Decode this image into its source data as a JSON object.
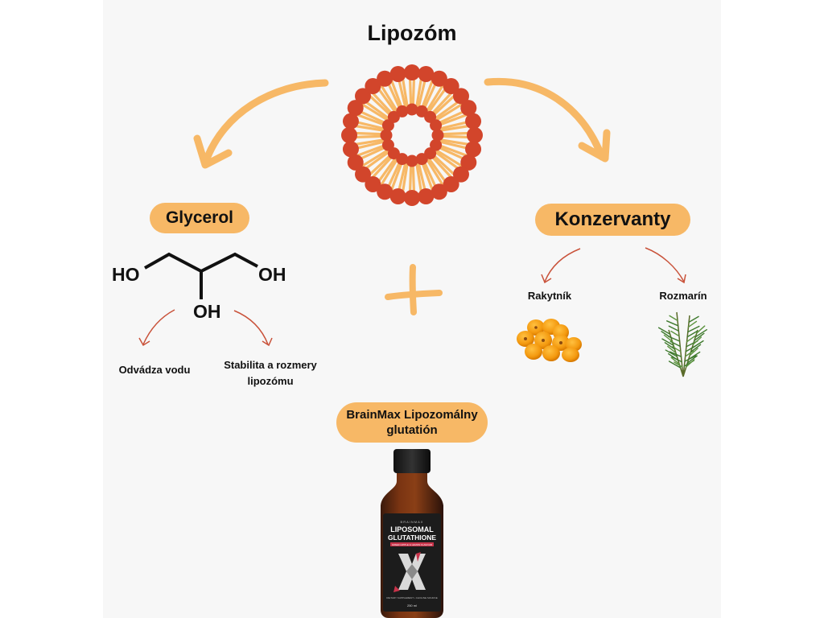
{
  "title": "Lipozóm",
  "colors": {
    "background": "#f7f7f7",
    "pill": "#f7b866",
    "arrow_orange": "#f7b866",
    "arrow_red": "#c9523a",
    "liposome_head": "#d2452b",
    "liposome_tail": "#f7b866"
  },
  "left_branch": {
    "label": "Glycerol",
    "molecule": {
      "left_group": "HO",
      "right_group": "OH",
      "bottom_group": "OH"
    },
    "effects": [
      {
        "label": "Odvádza vodu"
      },
      {
        "label": "Stabilita a rozmery lipozómu"
      }
    ]
  },
  "right_branch": {
    "label": "Konzervanty",
    "items": [
      {
        "label": "Rakytník",
        "icon": "sea-buckthorn-berries-icon"
      },
      {
        "label": "Rozmarín",
        "icon": "rosemary-sprig-icon"
      }
    ]
  },
  "plus_symbol": "+",
  "product": {
    "label_line1": "BrainMax Lipozomálny",
    "label_line2": "glutatión",
    "bottle": {
      "brand": "BRAINMAX",
      "name_line1": "LIPOSOMAL",
      "name_line2": "GLUTATHIONE",
      "flavor": "GREEN APPLE & LEMON FLAVOUR",
      "footer": "DIETARY SUPPLEMENT • CHOLINE SOURCE",
      "volume": "250 ml"
    }
  }
}
